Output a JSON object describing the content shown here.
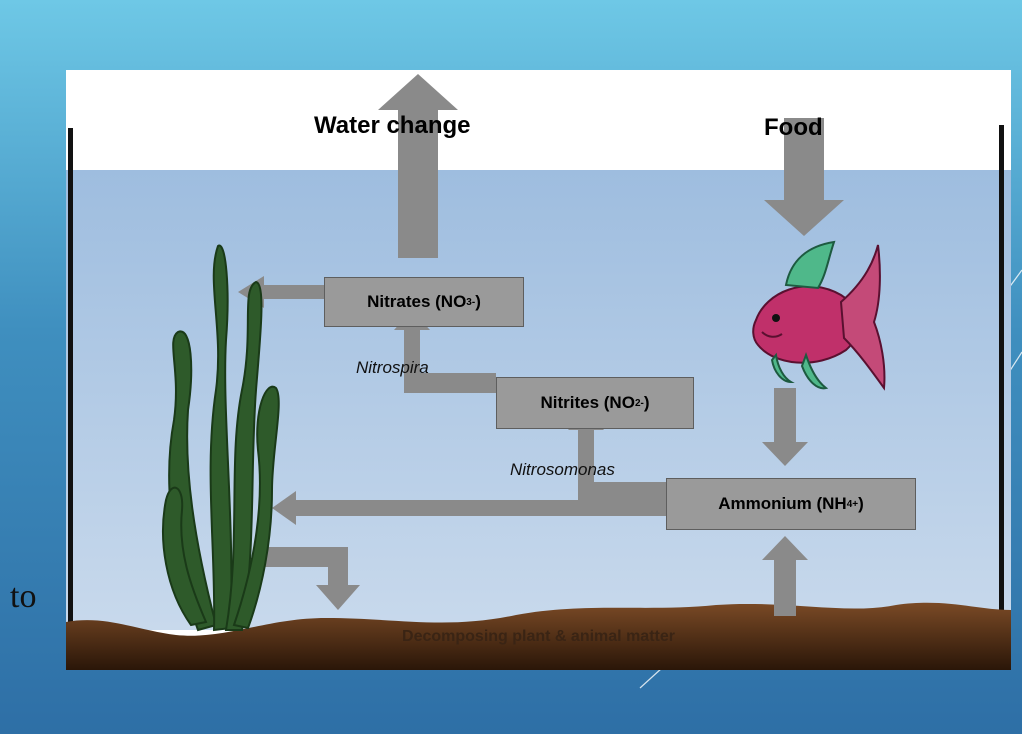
{
  "slide": {
    "side_text": "to"
  },
  "diagram": {
    "water_change_label": "Water change",
    "food_label": "Food",
    "nitrates": {
      "name": "Nitrates (NO",
      "sub": "3",
      "sup": "-",
      "close": ")"
    },
    "nitrites": {
      "name": "Nitrites (NO",
      "sub": "2",
      "sup": "-",
      "close": ")"
    },
    "ammonium": {
      "name": "Ammonium (NH",
      "sub": "4",
      "sup": "+",
      "close": ")"
    },
    "nitrospira_label": "Nitrospira",
    "nitrosomonas_label": "Nitrosomonas",
    "soil_label": "Decomposing plant & animal matter",
    "colors": {
      "water": "#b8cfe8",
      "arrow": "#8a8a8a",
      "box": "#9a9a9a",
      "soil": "#6b3f22",
      "plant": "#2e5a2a",
      "fish_body": "#c0306a",
      "fish_fin": "#4fb88a"
    }
  }
}
